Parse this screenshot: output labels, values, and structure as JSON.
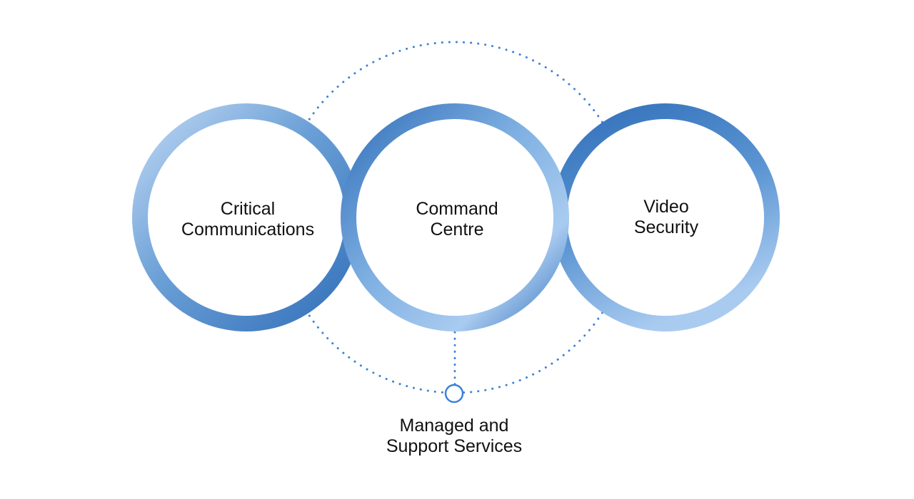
{
  "diagram": {
    "rings": [
      {
        "id": "critical",
        "line1": "Critical",
        "line2": "Communications"
      },
      {
        "id": "command",
        "line1": "Command",
        "line2": "Centre"
      },
      {
        "id": "video",
        "line1": "Video",
        "line2": "Security"
      }
    ],
    "hub": {
      "line1": "Managed and",
      "line2": "Support Services"
    },
    "colors": {
      "ring_dark": "#2f6db8",
      "ring_mid": "#4f8fcf",
      "ring_light": "#a9cbf0",
      "ring_pale": "#c5dcf6",
      "dotted": "#3a82d8",
      "hub_stroke": "#3a82d8",
      "text": "#111111"
    }
  }
}
